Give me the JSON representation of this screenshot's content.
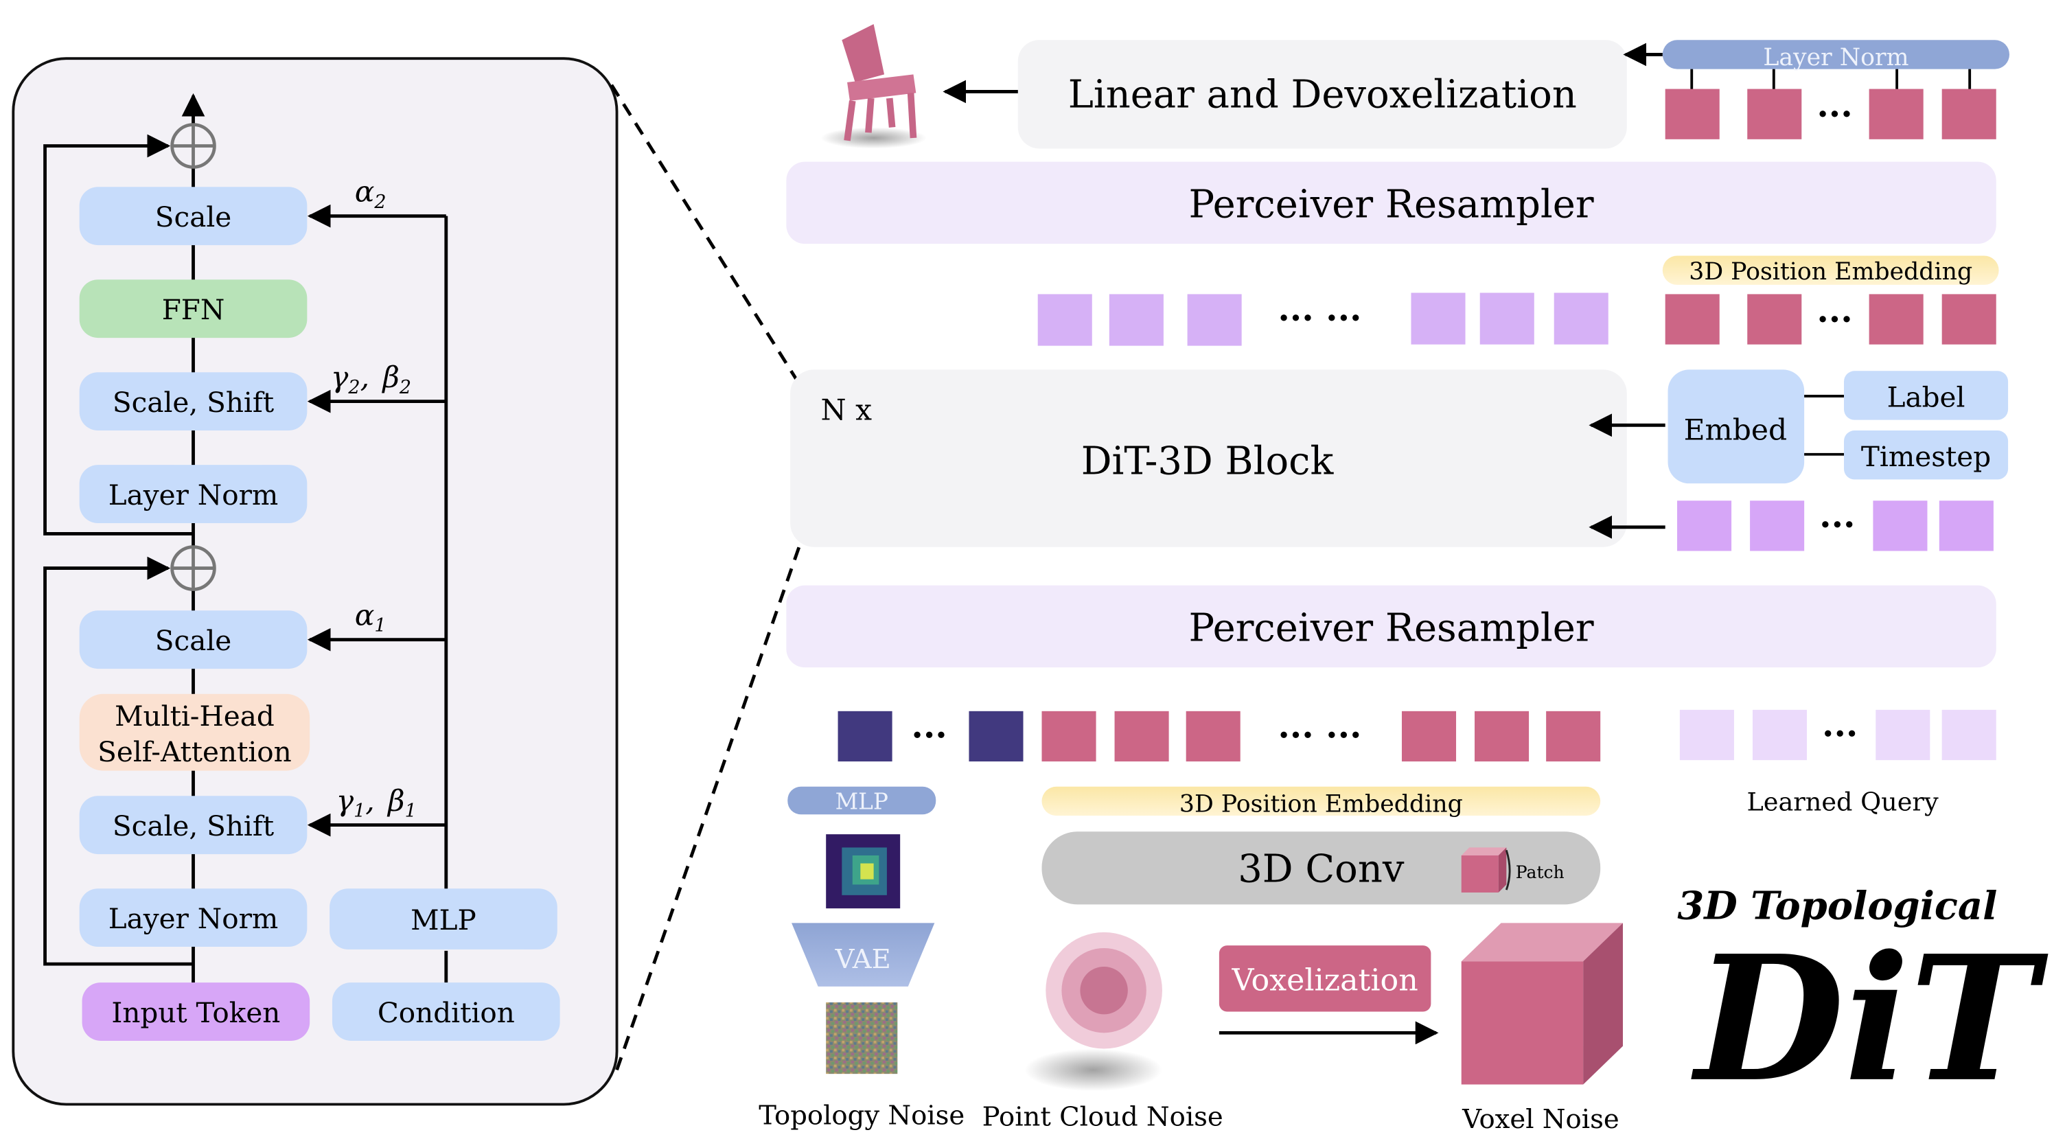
{
  "left_panel": {
    "scale_top": "Scale",
    "ffn": "FFN",
    "scale_shift_top": "Scale, Shift",
    "layer_norm_top": "Layer Norm",
    "scale_bottom": "Scale",
    "mhsa_line1": "Multi-Head",
    "mhsa_line2": "Self-Attention",
    "scale_shift_bottom": "Scale, Shift",
    "layer_norm_bottom": "Layer Norm",
    "mlp": "MLP",
    "input_token": "Input Token",
    "condition": "Condition",
    "alpha2_sym": "α",
    "alpha2_sub": "2",
    "gamma2_sym": "γ",
    "gamma2_sub": "2",
    "beta2_sym": "β",
    "beta2_sub": "2",
    "alpha1_sym": "α",
    "alpha1_sub": "1",
    "gamma1_sym": "γ",
    "gamma1_sub": "1",
    "beta1_sym": "β",
    "beta1_sub": "1",
    "comma": ","
  },
  "right_panel": {
    "linear_devox": "Linear and Devoxelization",
    "layer_norm": "Layer Norm",
    "perceiver_top": "Perceiver Resampler",
    "pos_embed_top": "3D Position Embedding",
    "nx": "N x",
    "dit_block": "DiT-3D Block",
    "embed": "Embed",
    "label": "Label",
    "timestep": "Timestep",
    "perceiver_bottom": "Perceiver Resampler",
    "ellipsis": "···",
    "ellipsis_long": "··· ···",
    "mlp": "MLP",
    "pos_embed_bottom": "3D Position Embedding",
    "learned_query": "Learned Query",
    "conv3d": "3D Conv",
    "patch": "Patch",
    "vae": "VAE",
    "voxelization": "Voxelization",
    "topology_noise": "Topology Noise",
    "point_cloud_noise": "Point Cloud Noise",
    "voxel_noise": "Voxel Noise",
    "logo_line1": "3D Topological",
    "logo_line2": "DiT"
  },
  "colors": {
    "blue_box": "#c7dcfb",
    "green_box": "#b8e3b8",
    "peach_box": "#fbe1d1",
    "purple_token": "#d7a6f7",
    "lavender_panel": "#f1eafb",
    "grey_panel": "#f3f3f5",
    "pink_token": "#cc6686",
    "light_purple_token": "#d6b1f6",
    "pale_query": "#ebdafb",
    "navy_token": "#41397f",
    "yellow_band": "#f9de8f",
    "slate_blue": "#8fa6d6",
    "conv_grey": "#c8c8c8"
  }
}
